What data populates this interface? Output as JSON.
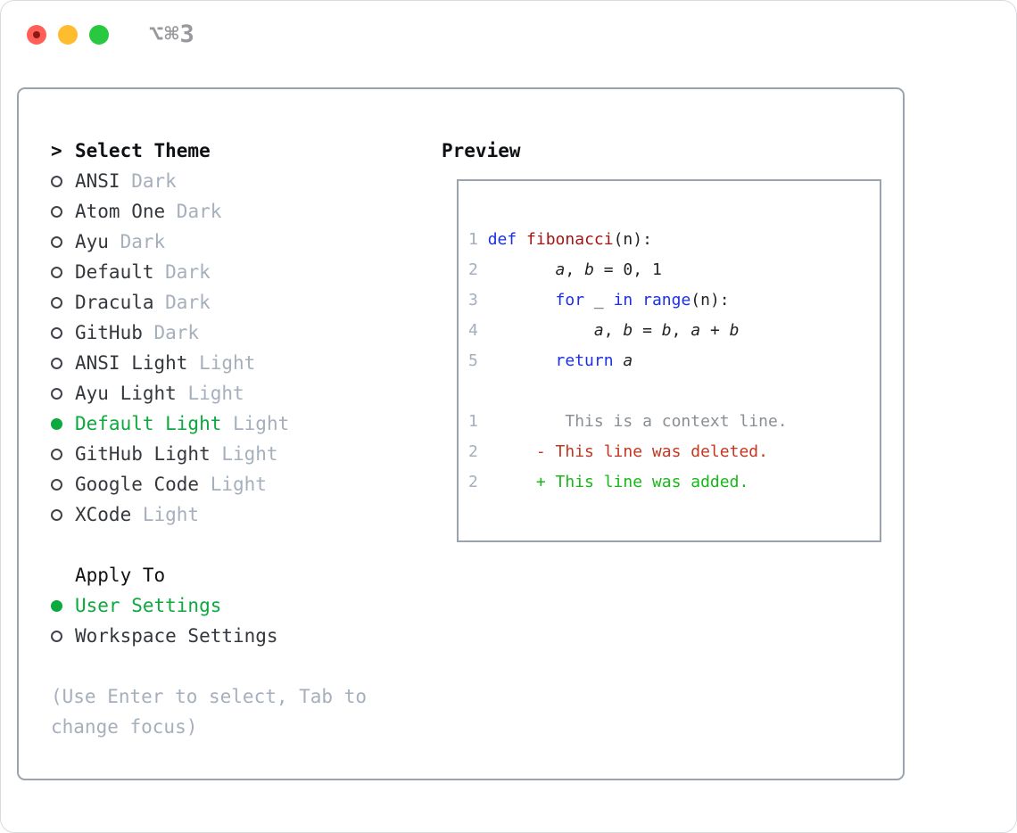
{
  "window": {
    "title": "⌥⌘3"
  },
  "theme_selector": {
    "cursor": ">",
    "header": "Select Theme",
    "items": [
      {
        "name": "ANSI",
        "variant": "Dark",
        "selected": false
      },
      {
        "name": "Atom One",
        "variant": "Dark",
        "selected": false
      },
      {
        "name": "Ayu",
        "variant": "Dark",
        "selected": false
      },
      {
        "name": "Default",
        "variant": "Dark",
        "selected": false
      },
      {
        "name": "Dracula",
        "variant": "Dark",
        "selected": false
      },
      {
        "name": "GitHub",
        "variant": "Dark",
        "selected": false
      },
      {
        "name": "ANSI Light",
        "variant": "Light",
        "selected": false
      },
      {
        "name": "Ayu Light",
        "variant": "Light",
        "selected": false
      },
      {
        "name": "Default Light",
        "variant": "Light",
        "selected": true
      },
      {
        "name": "GitHub Light",
        "variant": "Light",
        "selected": false
      },
      {
        "name": "Google Code",
        "variant": "Light",
        "selected": false
      },
      {
        "name": "XCode",
        "variant": "Light",
        "selected": false
      }
    ]
  },
  "apply_to": {
    "header": "Apply To",
    "options": [
      {
        "label": "User Settings",
        "selected": true
      },
      {
        "label": "Workspace Settings",
        "selected": false
      }
    ]
  },
  "hint": "(Use Enter to select, Tab to\nchange focus)",
  "preview": {
    "header": "Preview",
    "code_lines": [
      {
        "num": "1",
        "segments": [
          {
            "t": " "
          },
          {
            "t": "def",
            "c": "kw"
          },
          {
            "t": " "
          },
          {
            "t": "fibonacci",
            "c": "fn"
          },
          {
            "t": "(n):"
          }
        ]
      },
      {
        "num": "2",
        "segments": [
          {
            "t": "        "
          },
          {
            "t": "a",
            "c": "vb"
          },
          {
            "t": ", "
          },
          {
            "t": "b",
            "c": "vb"
          },
          {
            "t": " = 0, 1"
          }
        ]
      },
      {
        "num": "3",
        "segments": [
          {
            "t": "        "
          },
          {
            "t": "for",
            "c": "kw"
          },
          {
            "t": " _ "
          },
          {
            "t": "in",
            "c": "kw"
          },
          {
            "t": " "
          },
          {
            "t": "range",
            "c": "kw"
          },
          {
            "t": "(n):"
          }
        ]
      },
      {
        "num": "4",
        "segments": [
          {
            "t": "            "
          },
          {
            "t": "a",
            "c": "vb"
          },
          {
            "t": ", "
          },
          {
            "t": "b",
            "c": "vb"
          },
          {
            "t": " = "
          },
          {
            "t": "b",
            "c": "vb"
          },
          {
            "t": ", "
          },
          {
            "t": "a",
            "c": "vb"
          },
          {
            "t": " + "
          },
          {
            "t": "b",
            "c": "vb"
          }
        ]
      },
      {
        "num": "5",
        "segments": [
          {
            "t": "        "
          },
          {
            "t": "return",
            "c": "kw"
          },
          {
            "t": " "
          },
          {
            "t": "a",
            "c": "vb"
          }
        ]
      }
    ],
    "diff_lines": [
      {
        "num": "1",
        "type": "context",
        "text": "         This is a context line."
      },
      {
        "num": "2",
        "type": "deleted",
        "text": "      - This line was deleted."
      },
      {
        "num": "2",
        "type": "added",
        "text": "      + This line was added."
      }
    ]
  },
  "colors": {
    "selected_green": "#0ba93e",
    "keyword_blue": "#1b30e6",
    "function_red": "#a31515",
    "diff_deleted": "#c4361f",
    "diff_added": "#17b917",
    "diff_context": "#8a8f94",
    "muted_gray": "#a6afbc",
    "gutter_gray": "#a4aebc",
    "panel_border": "#9aa3ae",
    "traffic_red": "#ff5f57",
    "traffic_yellow": "#febc2e",
    "traffic_green": "#28c840"
  }
}
